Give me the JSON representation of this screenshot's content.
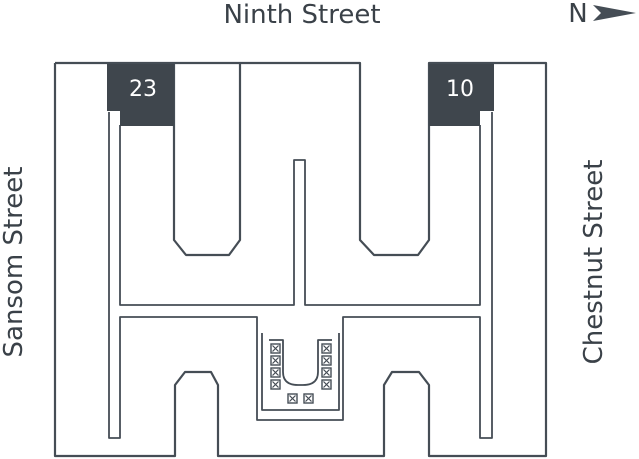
{
  "map": {
    "streets": {
      "top": "Ninth Street",
      "left": "Sansom Street",
      "right": "Chestnut Street"
    },
    "compass": {
      "label": "N",
      "icon": "north-arrow-icon"
    },
    "units": [
      {
        "number": "23"
      },
      {
        "number": "10"
      }
    ],
    "colors": {
      "outline": "#454d55",
      "unit_fill": "#3f464d",
      "label_text": "#3a4148"
    }
  }
}
